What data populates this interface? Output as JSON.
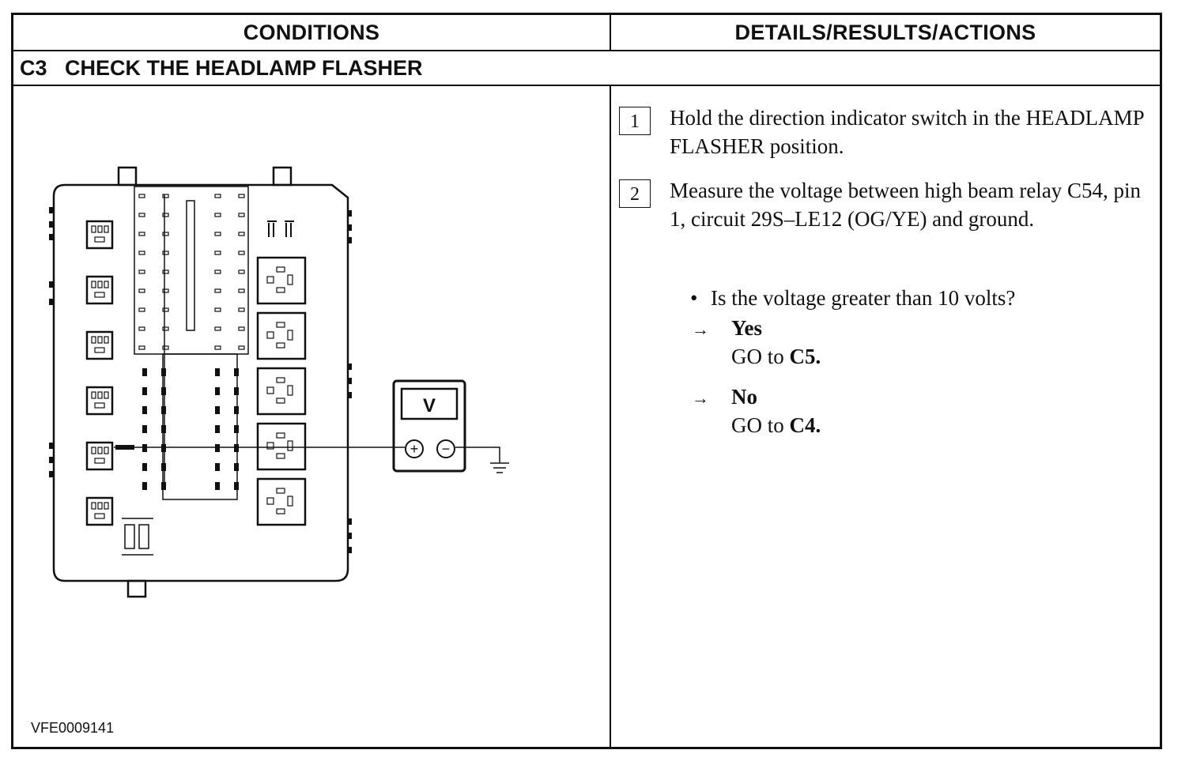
{
  "headers": {
    "conditions": "CONDITIONS",
    "details": "DETAILS/RESULTS/ACTIONS"
  },
  "section": {
    "code": "C3",
    "title": "CHECK THE HEADLAMP FLASHER"
  },
  "figure": {
    "code": "VFE0009141",
    "meter_label": "V",
    "plus_symbol": "+",
    "minus_symbol": "−"
  },
  "steps": [
    {
      "number": "1",
      "text": "Hold the direction indicator switch in the HEADLAMP FLASHER position."
    },
    {
      "number": "2",
      "text": "Measure the voltage between high beam relay C54, pin 1, circuit 29S–LE12 (OG/YE) and ground."
    }
  ],
  "question": "Is the voltage greater than 10 volts?",
  "bullet_symbol": "•",
  "arrow_symbol": "→",
  "answers": [
    {
      "label": "Yes",
      "go_prefix": "GO to",
      "target": "C5."
    },
    {
      "label": "No",
      "go_prefix": "GO to",
      "target": "C4."
    }
  ]
}
